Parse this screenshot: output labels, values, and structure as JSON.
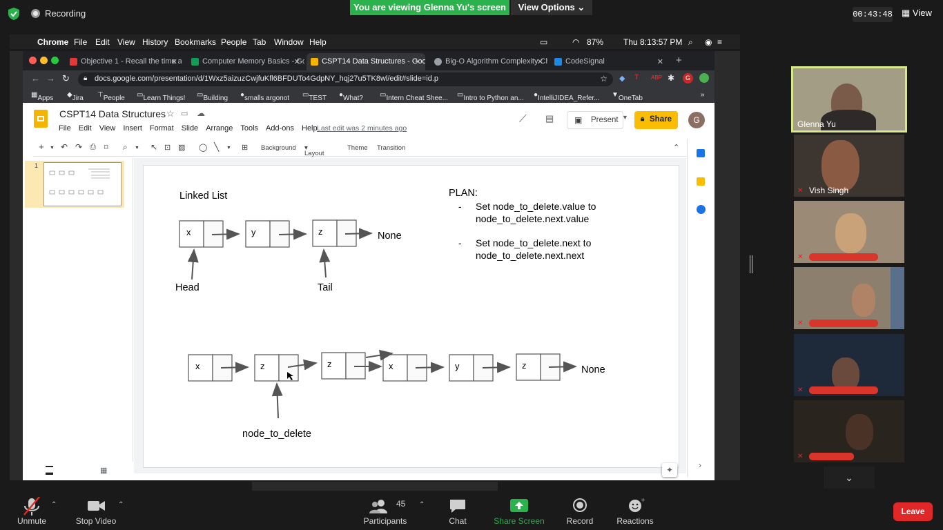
{
  "zoom_top": {
    "recording_label": "Recording",
    "viewing_banner": "You are viewing Glenna Yu's screen",
    "view_options": "View Options",
    "timer": "00:43:48",
    "view_label": "View"
  },
  "mac_menu": {
    "app": "Chrome",
    "items": [
      "File",
      "Edit",
      "View",
      "History",
      "Bookmarks",
      "People",
      "Tab",
      "Window",
      "Help"
    ],
    "battery": "87%",
    "clock": "Thu 8:13:57 PM"
  },
  "browser": {
    "tabs": [
      {
        "title": "Objective 1 - Recall the time ar",
        "color": "#e53935"
      },
      {
        "title": "Computer Memory Basics - Go",
        "color": "#0f9d58"
      },
      {
        "title": "CSPT14 Data Structures - Goo",
        "color": "#f4b400"
      },
      {
        "title": "Big-O Algorithm Complexity Ch",
        "color": "#9aa0a6"
      },
      {
        "title": "CodeSignal",
        "color": "#1e88e5"
      }
    ],
    "url": "docs.google.com/presentation/d/1Wxz5aizuzCwjfuKfl6BFDUTo4GdpNY_hqj27u5TK8wl/edit#slide=id.p",
    "bookmarks": [
      "Apps",
      "Jira",
      "People",
      "Learn Things!",
      "Building",
      "smalls argonot",
      "TEST",
      "What?",
      "Intern Cheat Shee...",
      "Intro to Python an...",
      "IntelliJIDEA_Refer...",
      "OneTab"
    ]
  },
  "slides": {
    "doc_title": "CSPT14 Data Structures",
    "menu": [
      "File",
      "Edit",
      "View",
      "Insert",
      "Format",
      "Slide",
      "Arrange",
      "Tools",
      "Add-ons",
      "Help"
    ],
    "last_edit": "Last edit was 2 minutes ago",
    "present": "Present",
    "share": "Share",
    "avatar": "G",
    "toolbar": {
      "background": "Background",
      "layout": "Layout",
      "theme": "Theme",
      "transition": "Transition"
    },
    "slide_number": "1"
  },
  "slide_content": {
    "linked_list_title": "Linked List",
    "plan_title": "PLAN:",
    "plan_items": [
      {
        "dash": "-",
        "line1": "Set node_to_delete.value to",
        "line2": "node_to_delete.next.value"
      },
      {
        "dash": "-",
        "line1": "Set node_to_delete.next to",
        "line2": "node_to_delete.next.next"
      }
    ],
    "top_nodes": [
      "x",
      "y",
      "z"
    ],
    "top_none": "None",
    "head_label": "Head",
    "tail_label": "Tail",
    "bottom_nodes": [
      "x",
      "z",
      "z",
      "x",
      "y",
      "z"
    ],
    "bottom_none": "None",
    "node_to_delete_label": "node_to_delete"
  },
  "participants_panel": [
    {
      "name": "Glenna Yu"
    },
    {
      "name": "Vish Singh"
    },
    {
      "name": ""
    },
    {
      "name": ""
    },
    {
      "name": ""
    },
    {
      "name": ""
    }
  ],
  "zoom_bottom": {
    "unmute": "Unmute",
    "stop_video": "Stop Video",
    "participants_count": "45",
    "participants": "Participants",
    "chat": "Chat",
    "share_screen": "Share Screen",
    "record": "Record",
    "reactions": "Reactions",
    "leave": "Leave"
  },
  "colors": {
    "share_green": "#2bb24c",
    "leave_red": "#e02828",
    "slides_yellow": "#fbbc04"
  }
}
